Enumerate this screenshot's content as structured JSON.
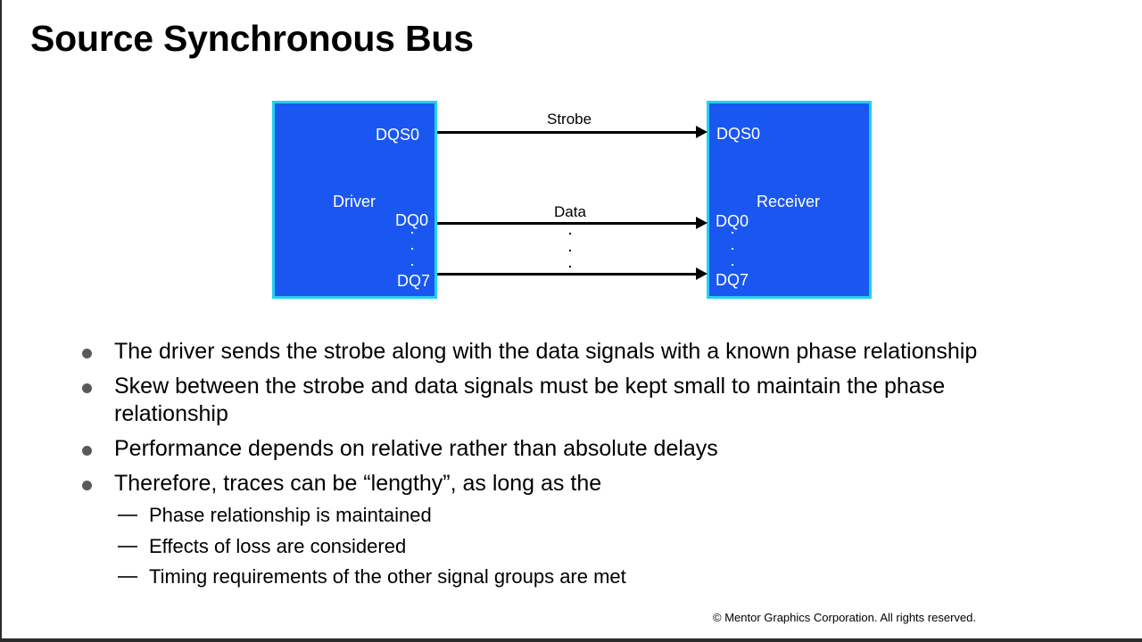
{
  "slide": {
    "title": "Source Synchronous Bus",
    "copyright": "© Mentor Graphics Corporation. All rights reserved."
  },
  "diagram": {
    "driver": {
      "label": "Driver",
      "pins": [
        "DQS0",
        "DQ0",
        "DQ7"
      ]
    },
    "receiver": {
      "label": "Receiver",
      "pins": [
        "DQS0",
        "DQ0",
        "DQ7"
      ]
    },
    "wires": {
      "strobe_label": "Strobe",
      "data_label": "Data"
    },
    "colors": {
      "block_fill": "#1a56f0",
      "block_border": "#23d0f0"
    }
  },
  "bullets": [
    "The driver sends the strobe along with the data signals with a known phase relationship",
    "Skew between the strobe and data signals must be kept small to maintain the phase relationship",
    "Performance depends on relative rather than absolute delays",
    "Therefore, traces can be “lengthy”, as long as the"
  ],
  "subbullets": [
    "Phase relationship is maintained",
    "Effects of loss are considered",
    "Timing requirements of the other signal groups are met"
  ]
}
